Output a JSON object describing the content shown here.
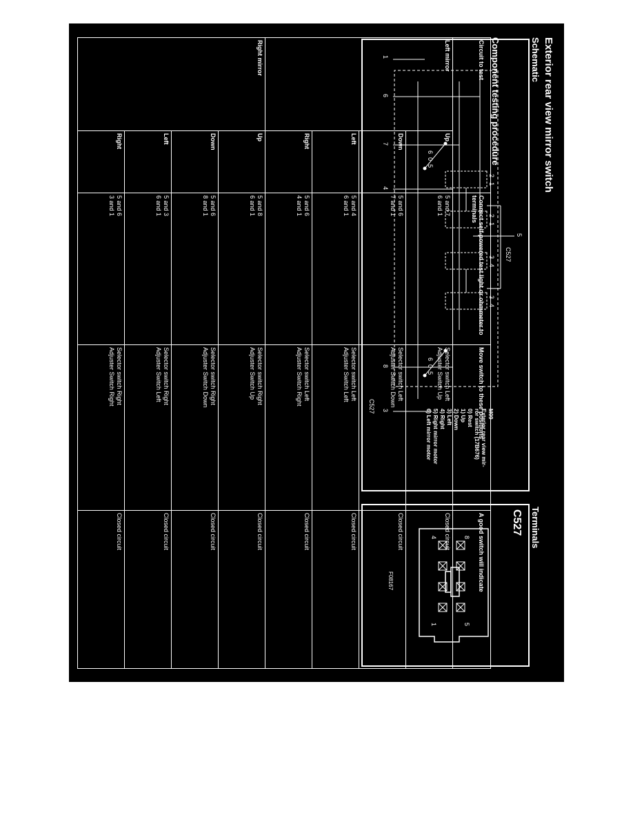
{
  "title": "Exterior rear view mirror switch",
  "schematic": {
    "heading": "Schematic",
    "connector_label": "C527",
    "pins": [
      "1",
      "6",
      "7",
      "4",
      "5",
      "8",
      "3"
    ],
    "switch_labels": {
      "left": [
        "6",
        "0",
        "5"
      ],
      "right": [
        "6",
        "0",
        "5"
      ]
    },
    "pos_labels": [
      "2",
      "1",
      "2",
      "1",
      "3",
      "4",
      "3",
      "4"
    ],
    "legend": {
      "id": "M09",
      "lines": [
        "Exterior rear view mir-",
        "ror switch (17B676)",
        "0) Rest",
        "1) Up",
        "2) Down",
        "3) Left",
        "4) Right",
        "5) Right mirror motor",
        "6) Left mirror motor"
      ]
    }
  },
  "terminals": {
    "heading": "Terminals",
    "connector": "C527",
    "top_left": "4",
    "top_right": "1",
    "bottom_left": "8",
    "bottom_right": "5",
    "figure_code": "F08167"
  },
  "testing": {
    "heading": "Component testing procedure",
    "columns": [
      "Circuit to test",
      "Connect self-powered test light or ohmmeter to terminals",
      "Move switch to these positions",
      "A good switch will indicate"
    ],
    "groups": [
      {
        "circuit": "Left mirror",
        "rows": [
          {
            "dir": "Up",
            "terminals": [
              "5 and 7",
              "6 and 1"
            ],
            "positions": [
              "Selector switch Left",
              "Adjuster Switch Up"
            ],
            "result": "Closed circuit"
          },
          {
            "dir": "Down",
            "terminals": [
              "5 and 6",
              "7 and 1"
            ],
            "positions": [
              "Selector switch Left",
              "Adjuster Switch Down"
            ],
            "result": "Closed circuit"
          },
          {
            "dir": "Left",
            "terminals": [
              "5 and 4",
              "6 and 1"
            ],
            "positions": [
              "Selector switch Left",
              "Adjuster Switch Left"
            ],
            "result": "Closed circuit"
          },
          {
            "dir": "Right",
            "terminals": [
              "5 and 6",
              "4 and 1"
            ],
            "positions": [
              "Selector switch Left",
              "Adjuster Switch Right"
            ],
            "result": "Closed circuit"
          }
        ]
      },
      {
        "circuit": "Right mirror",
        "rows": [
          {
            "dir": "Up",
            "terminals": [
              "5 and 8",
              "6 and 1"
            ],
            "positions": [
              "Selector switch Right",
              "Adjuster Switch Up"
            ],
            "result": "Closed circuit"
          },
          {
            "dir": "Down",
            "terminals": [
              "5 and 6",
              "8 and 1"
            ],
            "positions": [
              "Selector switch Right",
              "Adjuster Switch Down"
            ],
            "result": "Closed circuit"
          },
          {
            "dir": "Left",
            "terminals": [
              "5 and 3",
              "6 and 1"
            ],
            "positions": [
              "Selector switch Right",
              "Adjuster Switch Left"
            ],
            "result": "Closed circuit"
          },
          {
            "dir": "Right",
            "terminals": [
              "5 and 6",
              "3 and 1"
            ],
            "positions": [
              "Selector switch Right",
              "Adjuster Switch Right"
            ],
            "result": "Closed circuit"
          }
        ]
      }
    ]
  }
}
